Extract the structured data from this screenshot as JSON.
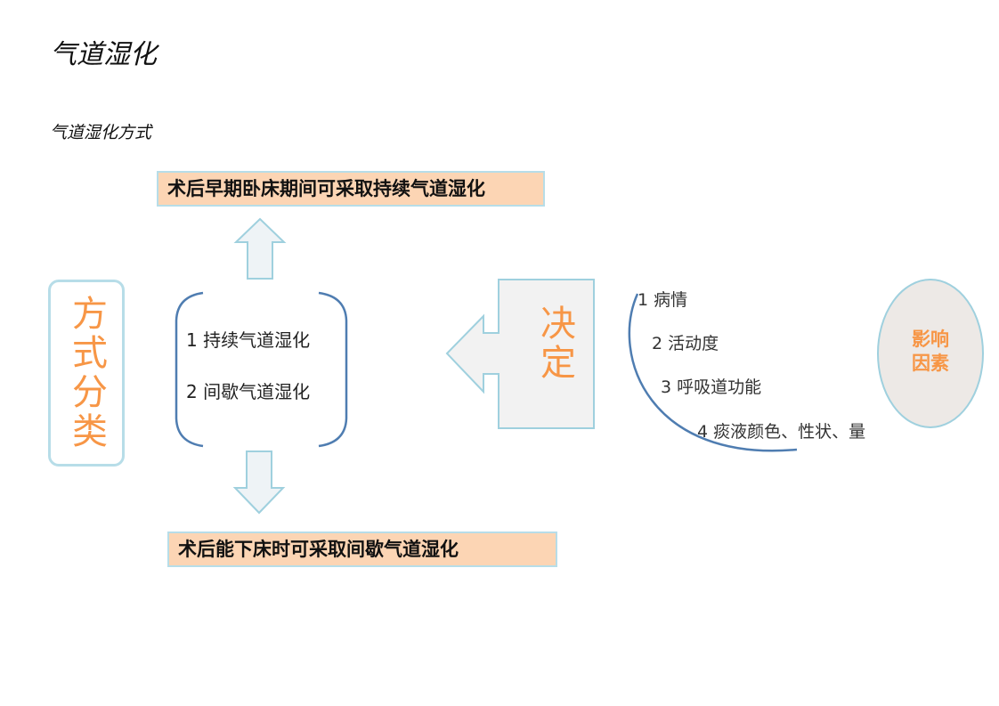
{
  "page": {
    "title": "气道湿化",
    "subtitle": "气道湿化方式"
  },
  "diagram": {
    "category_label": "方式分类",
    "top_result": "术后早期卧床期间可采取持续气道湿化",
    "bottom_result": "术后能下床时可采取间歇气道湿化",
    "types": [
      "1  持续气道湿化",
      "2  间歇气道湿化"
    ],
    "decide_label": "决定",
    "factors": [
      "1  病情",
      "2  活动度",
      "3  呼吸道功能",
      "4  痰液颜色、性状、量"
    ],
    "influence_label_line1": "影响",
    "influence_label_line2": "因素"
  },
  "colors": {
    "accent_orange": "#f79646",
    "result_fill": "#fcd5b4",
    "outline_light_blue": "#b7dde8",
    "bracket_blue": "#4f7db1",
    "arrow_fill": "#eef3f6",
    "ellipse_fill": "#ede9e6"
  }
}
